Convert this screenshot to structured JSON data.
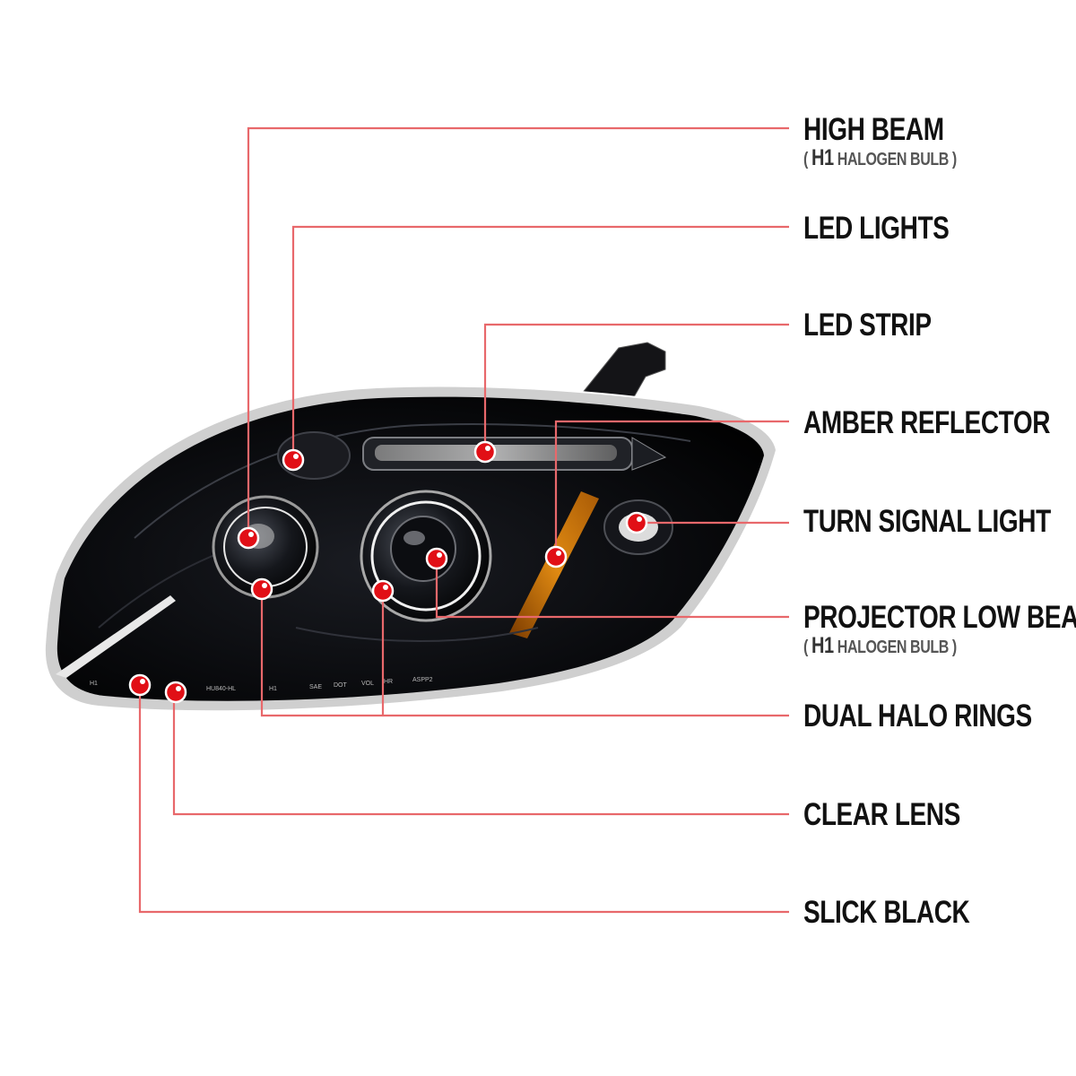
{
  "colors": {
    "leader_line": "#e8686b",
    "marker_fill": "#e10f16",
    "marker_ring": "#ffffff",
    "housing": "#050507",
    "chrome": "#d8d8d8",
    "amber": "#c9780e",
    "label_text": "#111111"
  },
  "lamp_markings": [
    "H1",
    "HU840-HL",
    "H1",
    "SAE",
    "DOT",
    "VOL",
    "HR",
    "ASPP2"
  ],
  "callouts": [
    {
      "label": "HIGH BEAM",
      "sub_em": "H1",
      "sub_text": " HALOGEN BULB ",
      "sub_open": "( ",
      "sub_close": ")"
    },
    {
      "label": "LED LIGHTS"
    },
    {
      "label": "LED STRIP"
    },
    {
      "label": "AMBER REFLECTOR"
    },
    {
      "label": "TURN SIGNAL LIGHT"
    },
    {
      "label": "PROJECTOR LOW BEAM",
      "sub_em": "H1",
      "sub_text": " HALOGEN BULB ",
      "sub_open": "( ",
      "sub_close": ")"
    },
    {
      "label": "DUAL HALO RINGS"
    },
    {
      "label": "CLEAR LENS"
    },
    {
      "label": "SLICK BLACK"
    }
  ]
}
